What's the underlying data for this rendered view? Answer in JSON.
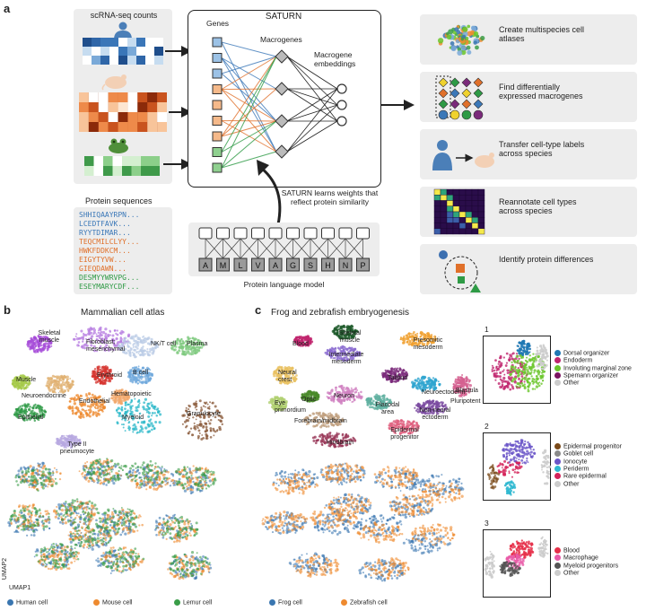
{
  "panel_a": {
    "letter": "a",
    "inputs_title": "scRNA-seq counts",
    "saturn_title": "SATURN",
    "genes_label": "Genes",
    "macrogenes_label": "Macrogenes",
    "embeddings_label": "Macrogene embeddings",
    "protein_sequences_title": "Protein sequences",
    "sequences": [
      {
        "text": "SHHIQAAYRPN...",
        "color": "#3b78b8"
      },
      {
        "text": "LCEDTFAVK...",
        "color": "#3b78b8"
      },
      {
        "text": "RYYTDIMAR...",
        "color": "#3b78b8"
      },
      {
        "text": "TEQCMILCLYY...",
        "color": "#e0702a"
      },
      {
        "text": "HWKFDDKCM...",
        "color": "#e0702a"
      },
      {
        "text": "EIGYTYVW...",
        "color": "#e0702a"
      },
      {
        "text": "GIEQDAWN...",
        "color": "#e0702a"
      },
      {
        "text": "DESMYYWRVPG...",
        "color": "#2e9a45"
      },
      {
        "text": "ESEYMARYCDF...",
        "color": "#2e9a45"
      }
    ],
    "learns_text": "SATURN learns weights that reflect protein similarity",
    "plm_label": "Protein language model",
    "plm_letters": [
      "A",
      "M",
      "L",
      "V",
      "A",
      "G",
      "S",
      "H",
      "N",
      "P"
    ],
    "applications": [
      "Create multispecies cell atlases",
      "Find differentially expressed macrogenes",
      "Transfer cell-type labels across species",
      "Reannotate cell types across species",
      "Identify protein differences"
    ]
  },
  "panel_b": {
    "letter": "b",
    "title": "Mammalian cell atlas",
    "clusters": [
      "Skeletal muscle",
      "Fibroblast; mesenchymal",
      "NK/T cell",
      "Plasma",
      "B cell",
      "Erythroid",
      "Muscle",
      "Neuroendocrine",
      "Hematopoietic",
      "Endothelial",
      "Epithelial",
      "Myeloid",
      "Granulocyte",
      "Type II pneumocyte"
    ],
    "axis_y": "UMAP2",
    "axis_x": "UMAP1",
    "legend": [
      {
        "label": "Human cell",
        "color": "#3a76b0"
      },
      {
        "label": "Mouse cell",
        "color": "#ee8a2f"
      },
      {
        "label": "Lemur cell",
        "color": "#3a9d48"
      }
    ]
  },
  "panel_c": {
    "letter": "c",
    "title": "Frog and zebrafish embryogenesis",
    "clusters": [
      "Skeletal muscle",
      "Blood",
      "Presomitic mesoderm",
      "Intermediate mesoderm",
      "Neural crest",
      "Tailbud",
      "Neuroectoderm",
      "Blastula",
      "Pluripotent",
      "Optic",
      "Neuron",
      "Eye primordium",
      "Placodal area",
      "Non-neural ectoderm",
      "Forebrain/midbrain",
      "Epidermal progenitor",
      "Hindbrain"
    ],
    "legend": [
      {
        "label": "Frog cell",
        "color": "#3a76b0"
      },
      {
        "label": "Zebrafish cell",
        "color": "#ee8a2f"
      }
    ],
    "insets": [
      {
        "number": "1",
        "items": [
          {
            "label": "Dorsal organizer",
            "color": "#1f78b4"
          },
          {
            "label": "Endoderm",
            "color": "#c0266e"
          },
          {
            "label": "Involuting marginal zone",
            "color": "#6ac52a"
          },
          {
            "label": "Spemann organizer",
            "color": "#7a1561"
          },
          {
            "label": "Other",
            "color": "#cccccc"
          }
        ]
      },
      {
        "number": "2",
        "items": [
          {
            "label": "Epidermal progenitor",
            "color": "#7a4a1a"
          },
          {
            "label": "Goblet cell",
            "color": "#8a8a8a"
          },
          {
            "label": "Ionocyte",
            "color": "#6a55c8"
          },
          {
            "label": "Periderm",
            "color": "#2fb8d0"
          },
          {
            "label": "Rare epidermal",
            "color": "#d4245a"
          },
          {
            "label": "Other",
            "color": "#cccccc"
          }
        ]
      },
      {
        "number": "3",
        "items": [
          {
            "label": "Blood",
            "color": "#e6304a"
          },
          {
            "label": "Macrophage",
            "color": "#e85aa8"
          },
          {
            "label": "Myeloid progenitors",
            "color": "#555555"
          },
          {
            "label": "Other",
            "color": "#cccccc"
          }
        ]
      }
    ]
  }
}
